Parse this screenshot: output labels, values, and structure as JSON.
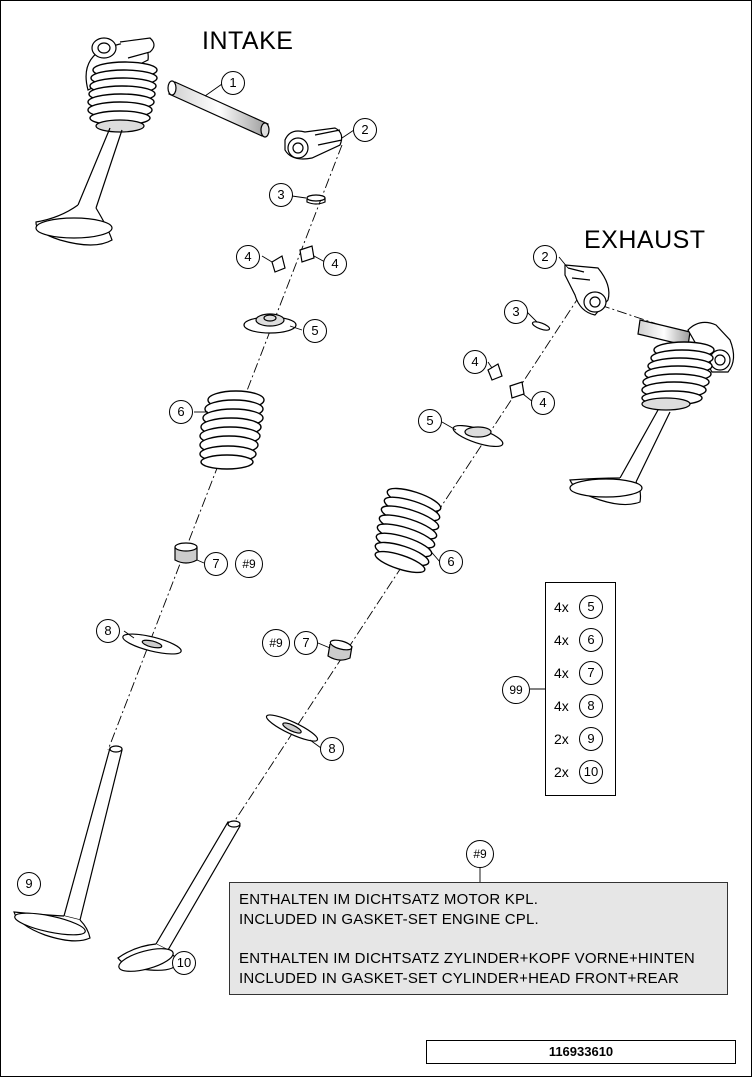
{
  "titles": {
    "intake": "INTAKE",
    "exhaust": "EXHAUST"
  },
  "callouts": {
    "intake": [
      "1",
      "2",
      "3",
      "4",
      "4",
      "5",
      "6",
      "7",
      "#9",
      "8",
      "9"
    ],
    "exhaust": [
      "2",
      "3",
      "4",
      "4",
      "5",
      "6",
      "#9",
      "7",
      "8",
      "10"
    ],
    "note_ref": "#9",
    "kit_ref": "99"
  },
  "kit": [
    {
      "qty": "4x",
      "part": "5"
    },
    {
      "qty": "4x",
      "part": "6"
    },
    {
      "qty": "4x",
      "part": "7"
    },
    {
      "qty": "4x",
      "part": "8"
    },
    {
      "qty": "2x",
      "part": "9"
    },
    {
      "qty": "2x",
      "part": "10"
    }
  ],
  "note": {
    "line1": "ENTHALTEN IM DICHTSATZ MOTOR KPL.",
    "line2": "INCLUDED IN GASKET-SET ENGINE CPL.",
    "line3": "ENTHALTEN IM DICHTSATZ ZYLINDER+KOPF VORNE+HINTEN",
    "line4": "INCLUDED IN GASKET-SET CYLINDER+HEAD FRONT+REAR"
  },
  "document_number": "116933610"
}
